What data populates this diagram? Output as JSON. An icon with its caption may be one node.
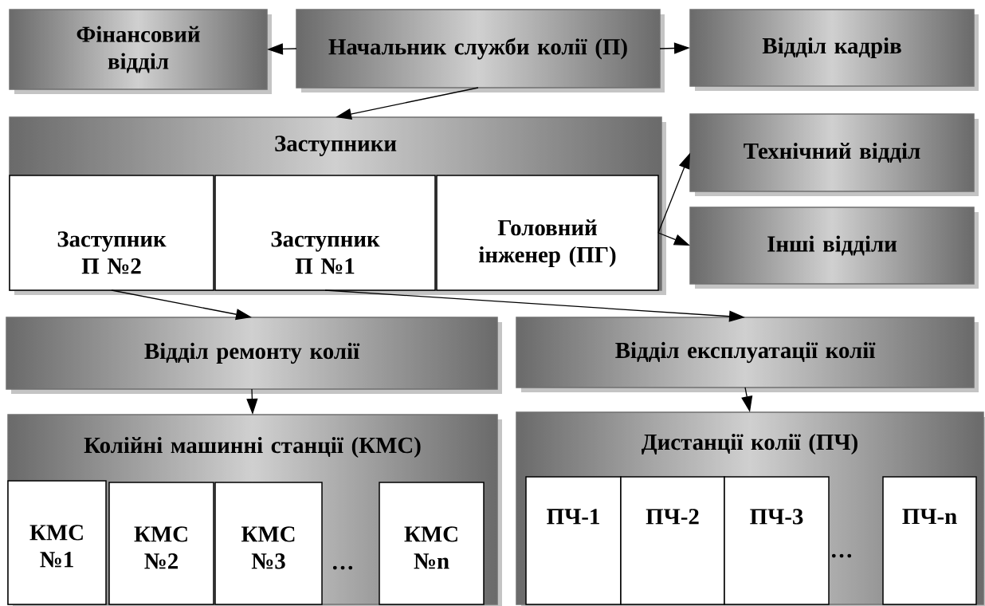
{
  "diagram": {
    "nodes": [
      {
        "text": [
          "Начальник служби колії (П)"
        ]
      },
      {
        "text": [
          "Фінансовий відділ"
        ]
      },
      {
        "text": [
          "Відділ кадрів"
        ]
      },
      {
        "text": [
          "Заступники"
        ]
      },
      {
        "text": [
          "Заступник П №2"
        ],
        "in": 3
      },
      {
        "text": [
          "Заступник П №1"
        ],
        "in": 3
      },
      {
        "text": [
          "Головний інженер (ПГ)"
        ],
        "in": 3
      },
      {
        "text": [
          "Технічний відділ"
        ]
      },
      {
        "text": [
          "Інші відділи"
        ]
      },
      {
        "text": [
          "Відділ ремонту колії"
        ]
      },
      {
        "text": [
          "Відділ експлуатації колії"
        ]
      },
      {
        "text": [
          "Колійні машинні станції (КМС)"
        ]
      },
      {
        "text": [
          "КМС №1"
        ],
        "in": 11
      },
      {
        "text": [
          "КМС №2"
        ],
        "in": 11
      },
      {
        "text": [
          "КМС №3"
        ],
        "in": 11
      },
      {
        "text": [
          "КМС №n"
        ],
        "in": 11
      },
      {
        "text": [
          "Дистанції колії (ПЧ)"
        ]
      },
      {
        "text": [
          "ПЧ-1"
        ],
        "in": 16
      },
      {
        "text": [
          "ПЧ-2"
        ],
        "in": 16
      },
      {
        "text": [
          "ПЧ-3"
        ],
        "in": 16
      },
      {
        "text": [
          "ПЧ-n"
        ],
        "in": 16
      }
    ],
    "edges": [
      {
        "from": 0,
        "to": 1,
        "arrow": "to"
      },
      {
        "from": 0,
        "to": 2,
        "arrow": "to"
      },
      {
        "from": 0,
        "to": 3,
        "arrow": "to"
      },
      {
        "from": 6,
        "to": 7,
        "arrow": "to"
      },
      {
        "from": 6,
        "to": 8,
        "arrow": "to"
      },
      {
        "from": 4,
        "to": 9,
        "arrow": "to"
      },
      {
        "from": 5,
        "to": 10,
        "arrow": "to"
      },
      {
        "from": 9,
        "to": 11,
        "arrow": "to"
      },
      {
        "from": 10,
        "to": 16,
        "arrow": "to"
      }
    ],
    "labels": [
      "…",
      "…"
    ]
  }
}
